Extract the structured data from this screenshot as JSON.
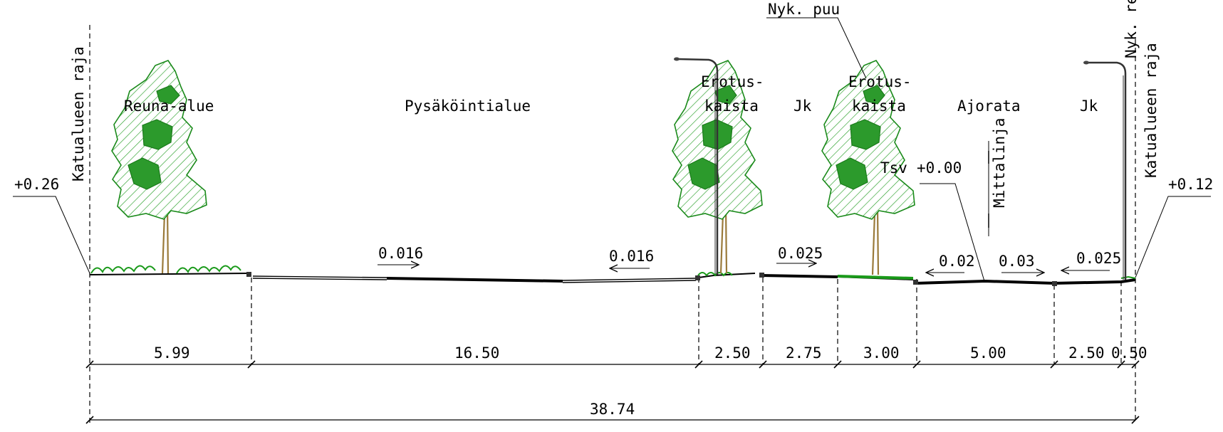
{
  "zones": {
    "reuna_alue": "Reuna-alue",
    "pysakointialue": "Pysäköintialue",
    "erotuskaista1_line1": "Erotus-",
    "erotuskaista1_line2": "kaista",
    "jk1": "Jk",
    "erotuskaista2_line1": "Erotus-",
    "erotuskaista2_line2": "kaista",
    "ajorata": "Ajorata",
    "jk2": "Jk"
  },
  "boundary_labels": {
    "left": "Katualueen raja",
    "right": "Katualueen raja"
  },
  "callouts": {
    "existing_tree": "Nyk. puu",
    "existing_cut": "Nyk. re",
    "centerline": "Mittalinja",
    "tsv": "Tsv",
    "tsv_level": "+0.00"
  },
  "levels": {
    "left": "+0.26",
    "right": "+0.12"
  },
  "slopes": {
    "parking_left": "0.016",
    "parking_right": "0.016",
    "jk1": "0.025",
    "road_left": "0.02",
    "road_right": "0.03",
    "jk2": "0.025"
  },
  "dimensions": {
    "reuna_alue": "5.99",
    "pysakointialue": "16.50",
    "erotuskaista1": "2.50",
    "jk1": "2.75",
    "erotuskaista2": "3.00",
    "ajorata": "5.00",
    "jk2": "2.50",
    "edge": "0.50",
    "total": "38.74"
  },
  "colors": {
    "line": "#000000",
    "vegetation": "#1a9a1a",
    "vegetation_dark": "#2c9a2c",
    "trunk": "#9a7a3a"
  }
}
